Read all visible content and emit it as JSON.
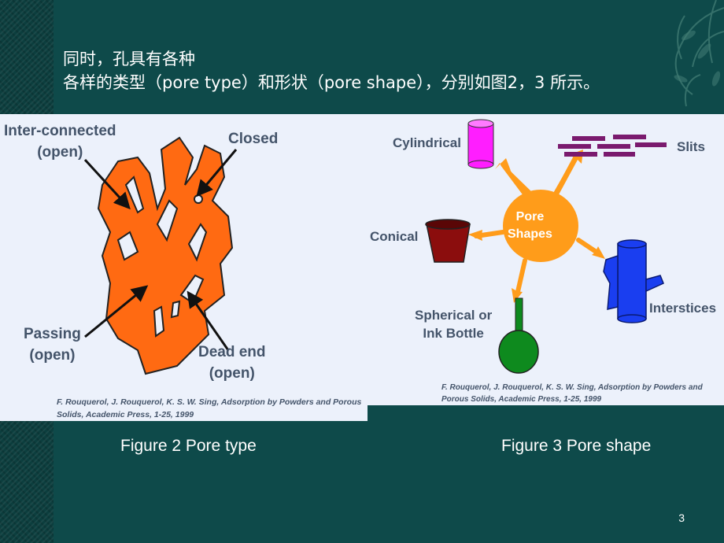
{
  "slide": {
    "title_line1": "同时，孔具有各种",
    "title_line2": "各样的类型（pore type）和形状（pore shape），分别如图2，3 所示。",
    "page_number": "3"
  },
  "figure2": {
    "caption": "Figure 2 Pore type",
    "labels": {
      "interconnected": "Inter-connected\n(open)",
      "closed": "Closed",
      "passing": "Passing\n(open)",
      "deadend": "Dead end\n(open)"
    },
    "reference": "F. Rouquerol, J. Rouquerol, K. S. W. Sing, Adsorption by Powders and Porous Solids, Academic Press, 1-25, 1999"
  },
  "figure3": {
    "caption": "Figure 3 Pore shape",
    "center_label": "Pore\nShapes",
    "labels": {
      "cylindrical": "Cylindrical",
      "slits": "Slits",
      "conical": "Conical",
      "interstices": "Interstices",
      "spherical": "Spherical or\nInk Bottle"
    },
    "reference": "F. Rouquerol, J. Rouquerol, K. S. W. Sing, Adsorption by Powders and Porous Solids, Academic Press, 1-25, 1999"
  },
  "colors": {
    "background": "#0e4a4a",
    "particle": "#ff6a12",
    "cylinder": "#ff1eff",
    "slits": "#7a1a6e",
    "cone": "#8b0d0d",
    "interstices": "#1a3ef0",
    "inkbottle": "#0e8a1e",
    "center": "#ff9c1a"
  }
}
